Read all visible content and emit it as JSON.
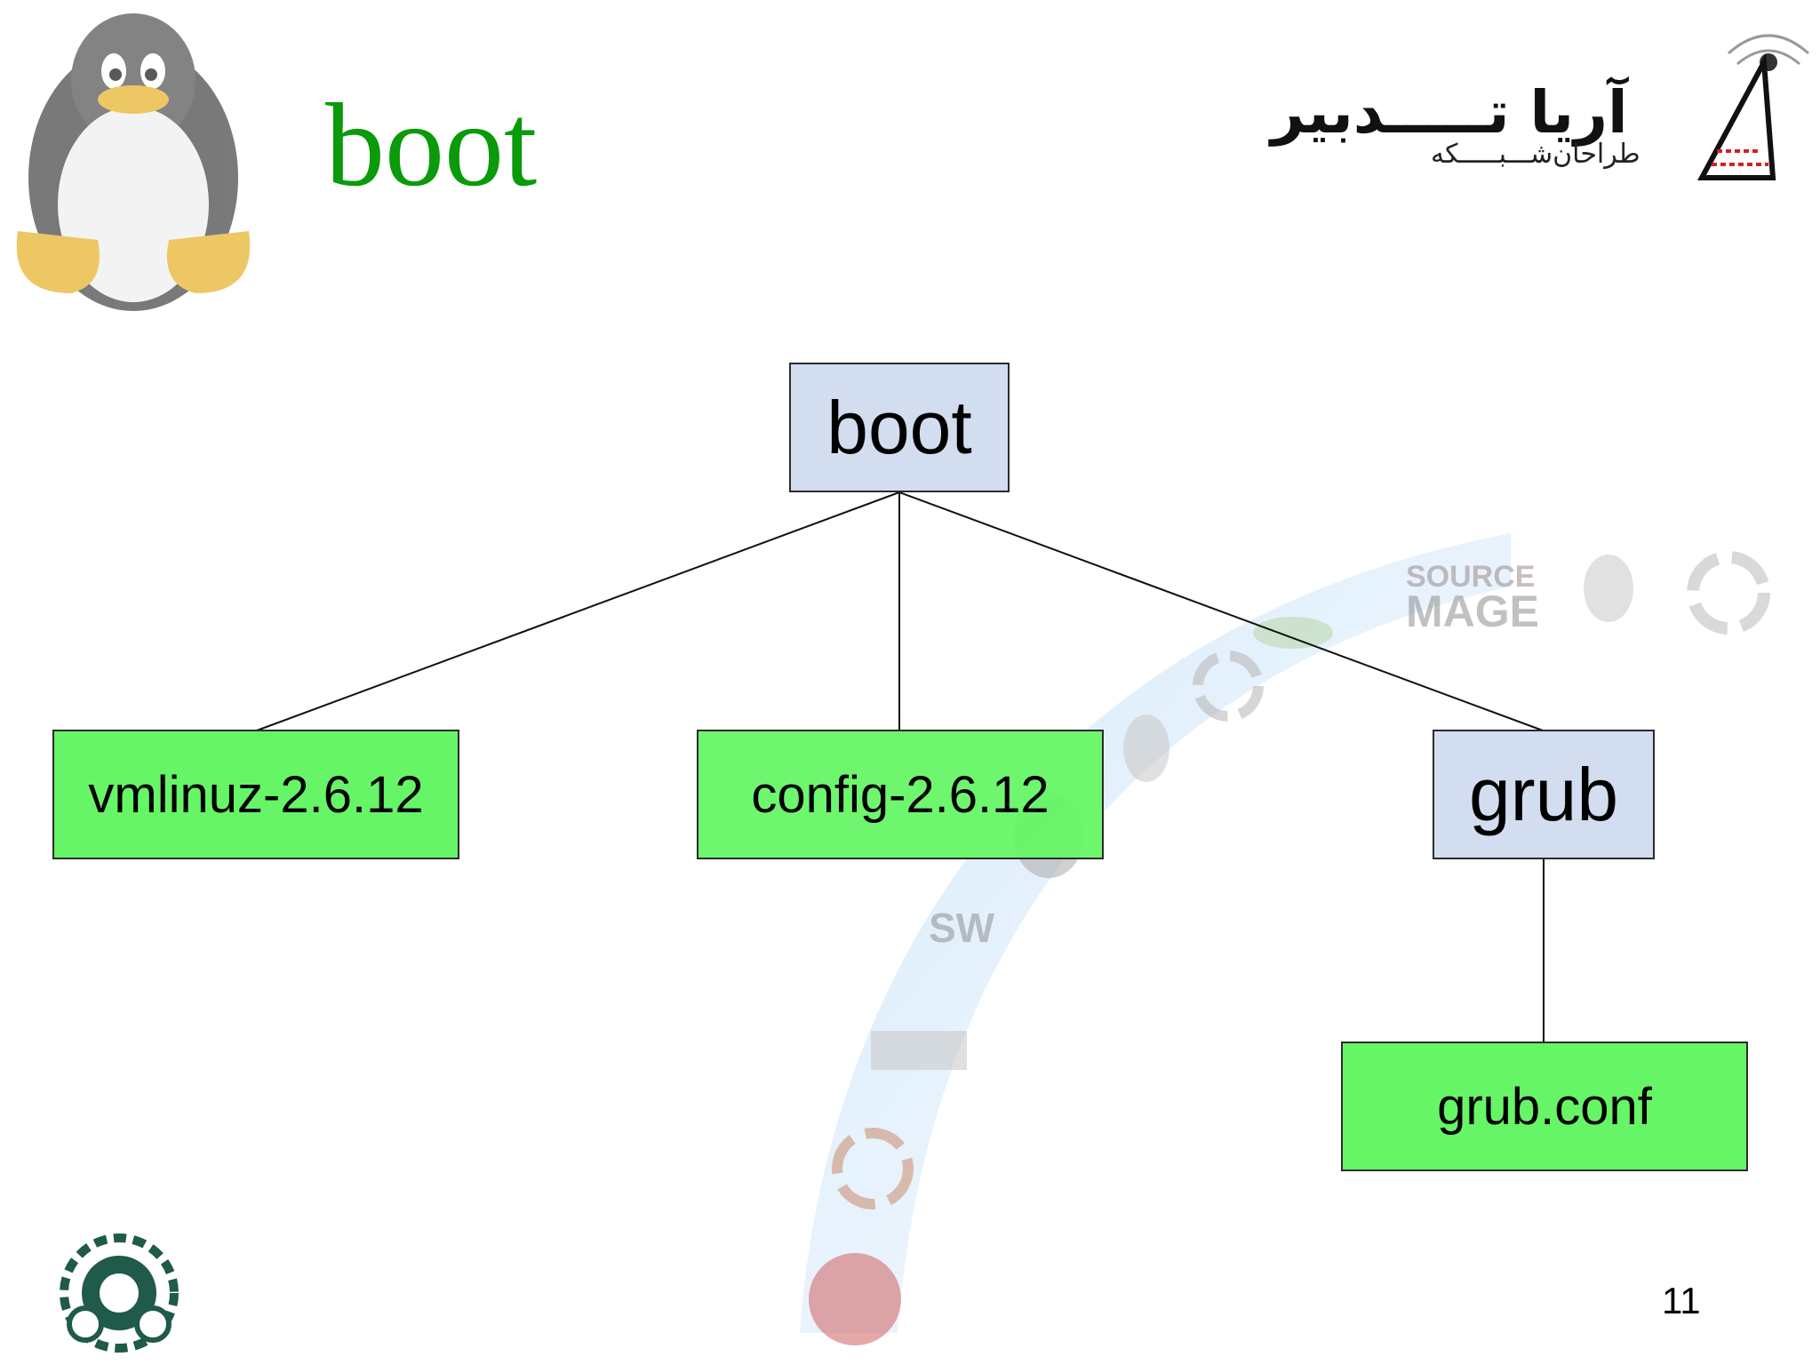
{
  "slide": {
    "title": "boot",
    "page_number": "11"
  },
  "brand": {
    "name": "آریا تـــــدبیر",
    "tagline": "طراحان‌شـــبـــــکه"
  },
  "tree": {
    "root": {
      "label": "boot",
      "kind": "directory"
    },
    "children": [
      {
        "label": "vmlinuz-2.6.12",
        "kind": "file"
      },
      {
        "label": "config-2.6.12",
        "kind": "file"
      },
      {
        "label": "grub",
        "kind": "directory",
        "children": [
          {
            "label": "grub.conf",
            "kind": "file"
          }
        ]
      }
    ]
  },
  "colors": {
    "title": "#0a9a0a",
    "directory_fill": "#d2ddf0",
    "file_fill": "#66f566",
    "connector": "#111111"
  },
  "decorations": [
    "tux-penguin-icon",
    "distro-logo-arc",
    "university-emblem-icon",
    "aria-tadbir-logo"
  ]
}
